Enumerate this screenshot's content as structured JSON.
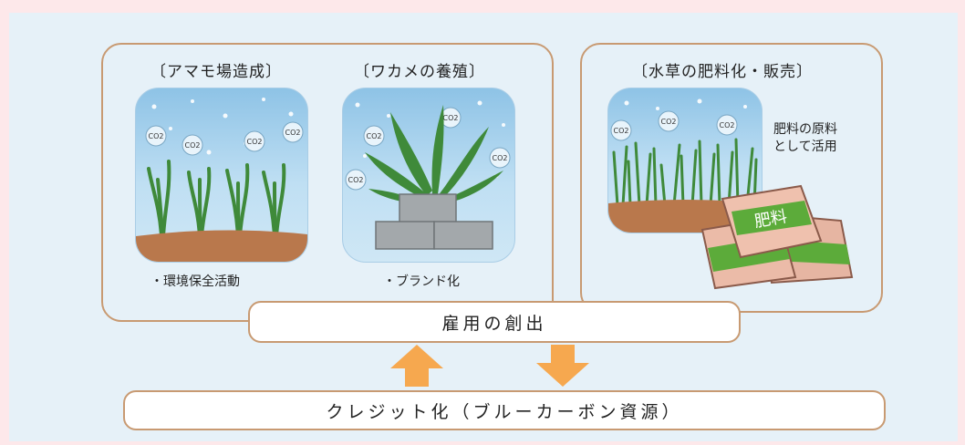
{
  "boxes": {
    "left": {
      "title1": "〔アマモ場造成〕",
      "title2": "〔ワカメの養殖〕",
      "caption1": "・環境保全活動",
      "caption2": "・ブランド化"
    },
    "right": {
      "title": "〔水草の肥料化・販売〕",
      "note": [
        "肥料の原料",
        "として活用"
      ],
      "bag_label": "肥料"
    }
  },
  "co2_label": "CO2",
  "employment": "雇用の創出",
  "credit": "クレジット化（ブルーカーボン資源）",
  "colors": {
    "border": "#c89a72",
    "arrow": "#f6a84f",
    "seaweed": "#3f8a3a",
    "soil": "#b9784c",
    "block": "#9ea3a6"
  }
}
